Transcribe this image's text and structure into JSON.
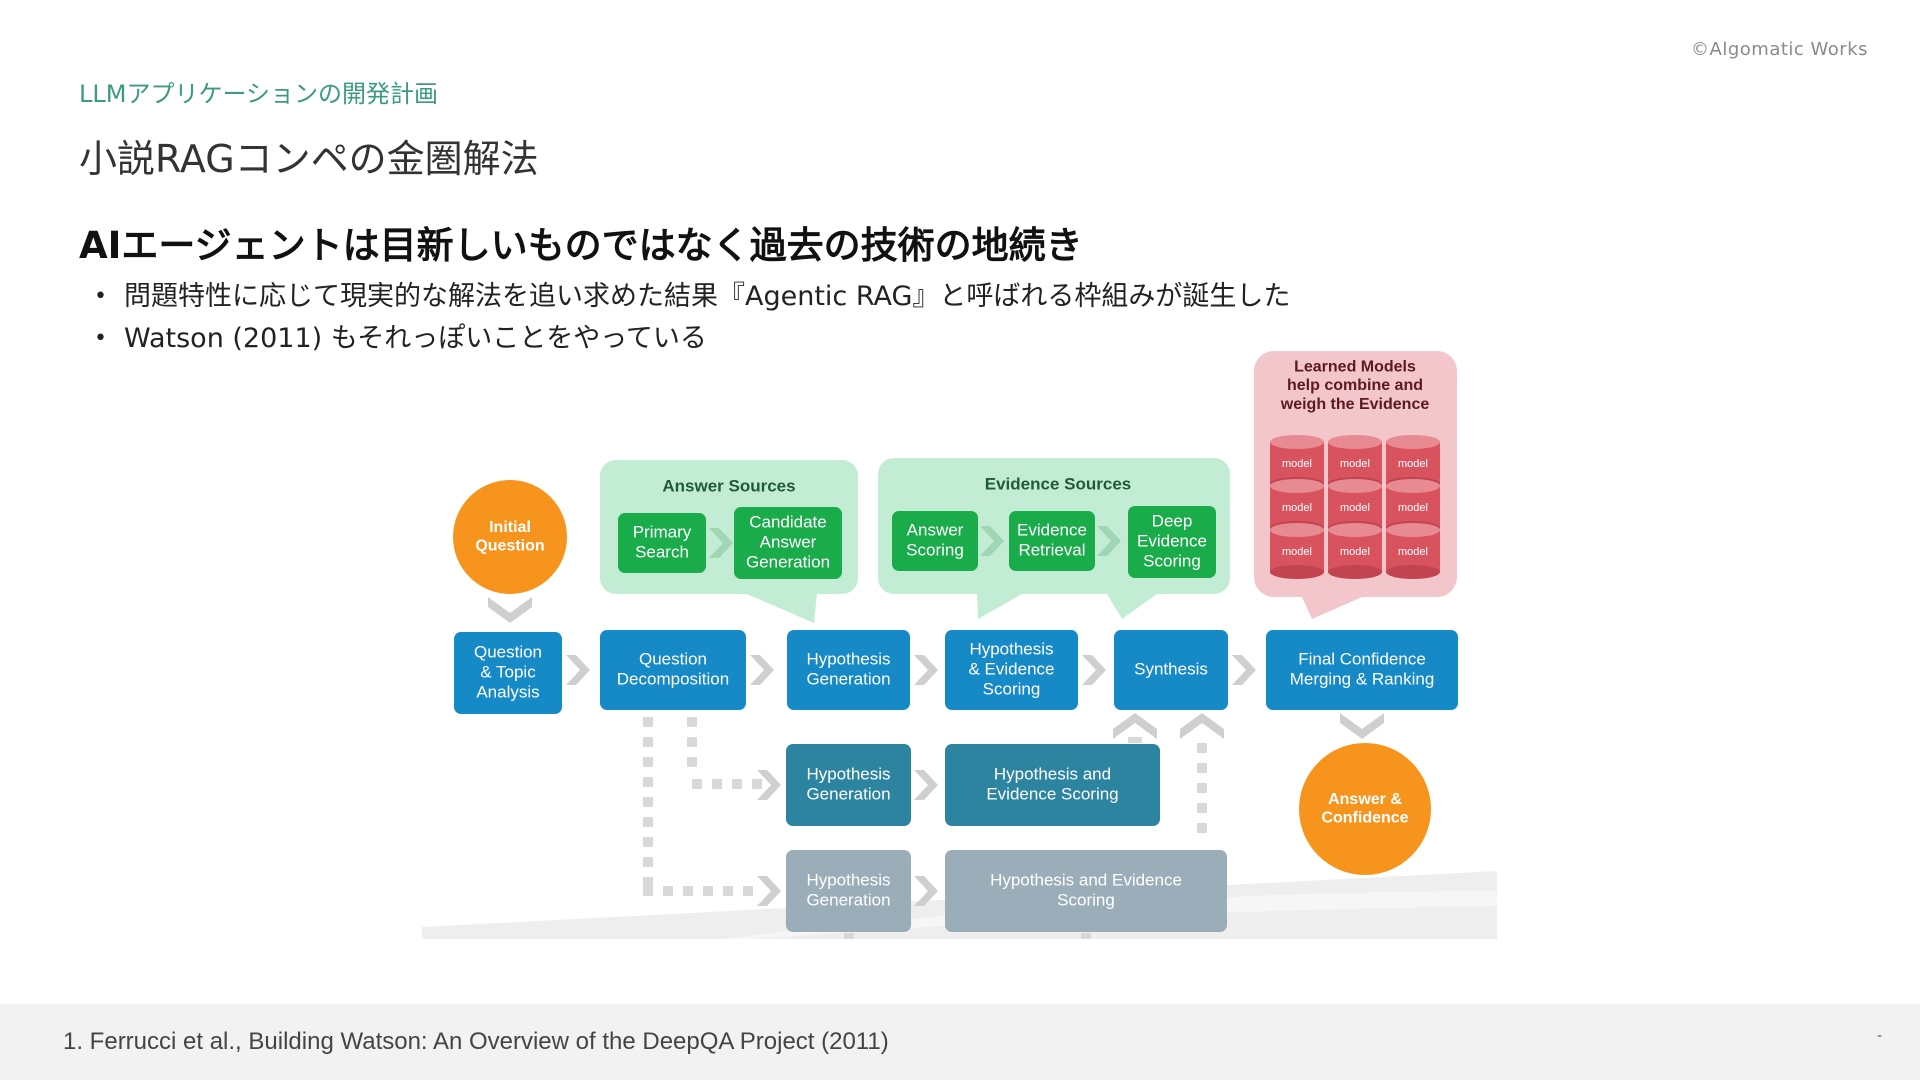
{
  "header": {
    "copyright": "©Algomatic Works",
    "section": "LLMアプリケーションの開発計画",
    "title": "小説RAGコンペの金圏解法"
  },
  "main": {
    "headline": "AIエージェントは目新しいものではなく過去の技術の地続き",
    "bullets": [
      "問題特性に応じて現実的な解法を追い求めた結果『Agentic RAG』と呼ばれる枠組みが誕生した",
      "Watson (2011) もそれっぽいことをやっている"
    ],
    "bullet_glyph": "•"
  },
  "diagram": {
    "initial_question": [
      "Initial",
      "Question"
    ],
    "answer_sources": {
      "title": "Answer Sources",
      "items": [
        [
          "Primary",
          "Search"
        ],
        [
          "Candidate",
          "Answer",
          "Generation"
        ]
      ]
    },
    "evidence_sources": {
      "title": "Evidence Sources",
      "items": [
        [
          "Answer",
          "Scoring"
        ],
        [
          "Evidence",
          "Retrieval"
        ],
        [
          "Deep",
          "Evidence",
          "Scoring"
        ]
      ]
    },
    "learned_models": {
      "title": [
        "Learned Models",
        "help combine and",
        "weigh the Evidence"
      ],
      "model_label": "model"
    },
    "pipeline": [
      [
        "Question",
        "& Topic",
        "Analysis"
      ],
      [
        "Question",
        "Decomposition"
      ],
      [
        "Hypothesis",
        "Generation"
      ],
      [
        "Hypothesis",
        "& Evidence",
        "Scoring"
      ],
      [
        "Synthesis"
      ],
      [
        "Final Confidence",
        "Merging & Ranking"
      ]
    ],
    "row2": [
      [
        "Hypothesis",
        "Generation"
      ],
      [
        "Hypothesis and",
        "Evidence Scoring"
      ]
    ],
    "row3": [
      [
        "Hypothesis",
        "Generation"
      ],
      [
        "Hypothesis and Evidence",
        "Scoring"
      ]
    ],
    "answer": [
      "Answer &",
      "Confidence"
    ],
    "colors": {
      "orange": "#f7941d",
      "blue": "#1689c7",
      "teal": "#2d84a0",
      "gray_blue": "#9aadb8",
      "green_box": "#1aab4b",
      "green_bg": "#c3ecd5",
      "pink_bg": "#f2c6ca",
      "model_red": "#d9535f"
    }
  },
  "footer": {
    "footnote": "1. Ferrucci et al., Building Watson: An Overview of the DeepQA Project (2011)",
    "page_mark": "-"
  }
}
